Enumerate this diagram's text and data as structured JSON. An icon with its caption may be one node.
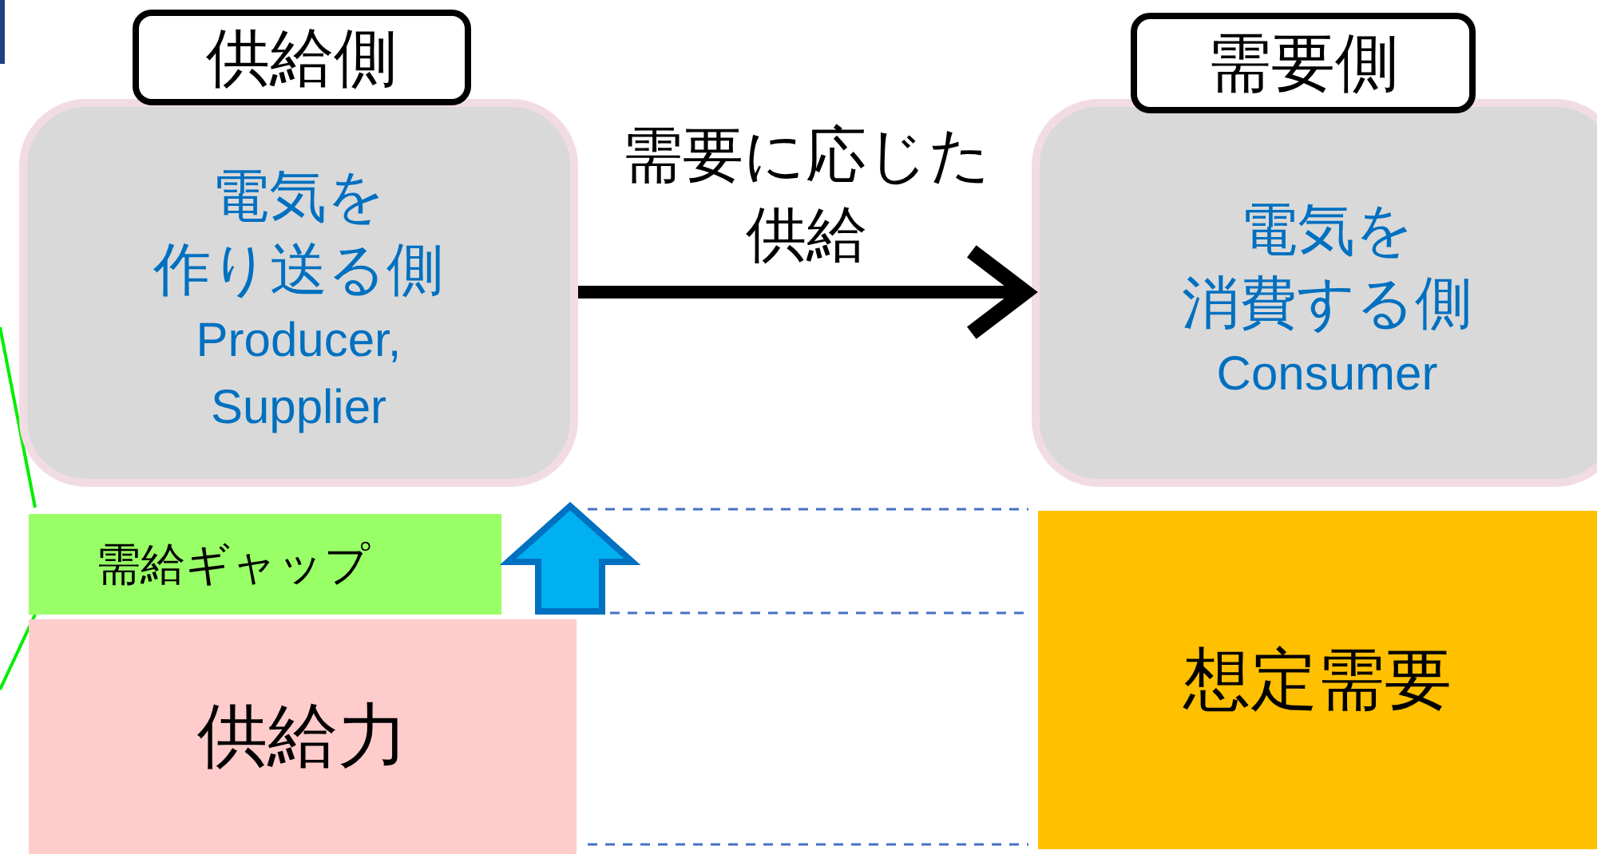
{
  "diagram": {
    "nodes": [
      {
        "text": [
          "供給側"
        ]
      },
      {
        "text": [
          "電気を作り送る側",
          "Producer, Supplier"
        ]
      },
      {
        "text": [
          "需要側"
        ]
      },
      {
        "text": [
          "電気を消費する側",
          "Consumer"
        ]
      },
      {
        "text": [
          "需給ギャップ"
        ]
      },
      {
        "text": [
          "供給力"
        ]
      },
      {
        "text": [
          "想定需要"
        ]
      }
    ],
    "edges": [
      {
        "from": 1,
        "to": 3,
        "arrow": "to",
        "label": "需要に応じた供給"
      },
      {
        "from": 4,
        "to": 1,
        "arrow": "to"
      }
    ]
  }
}
